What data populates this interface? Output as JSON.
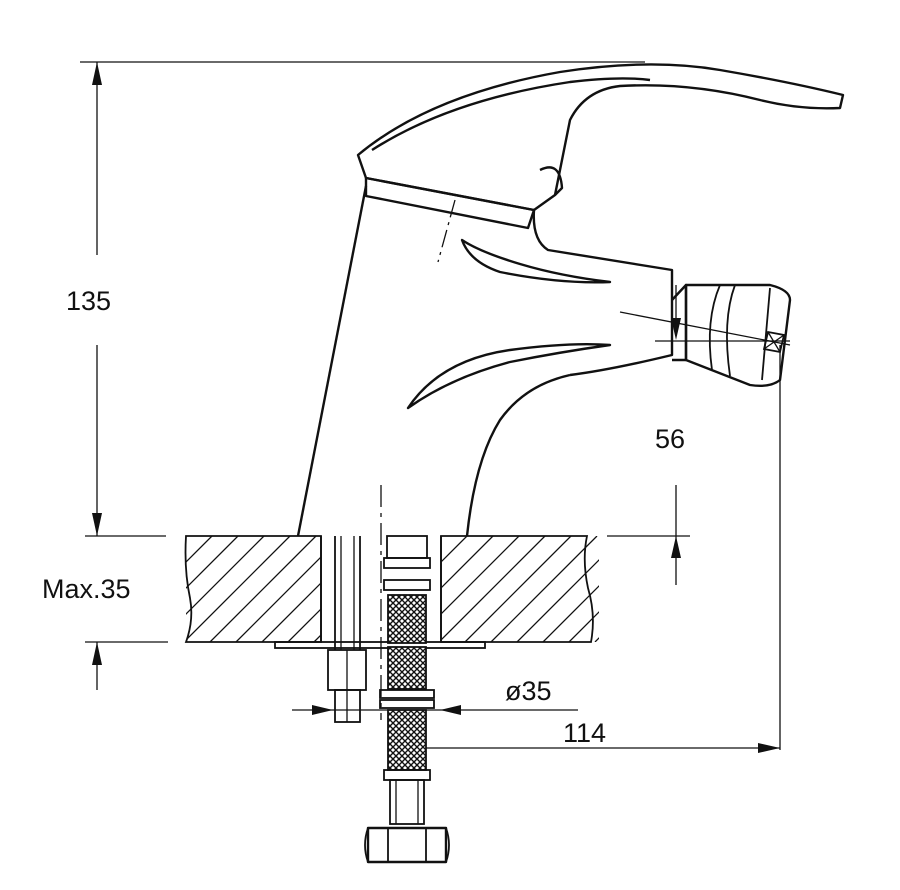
{
  "dimensions": {
    "height_label": "135",
    "spout_offset_label": "56",
    "mount_thickness_label": "Max.35",
    "hole_diameter_label": "ø35",
    "reach_label": "114"
  },
  "colors": {
    "line": "#111111",
    "background": "#ffffff"
  }
}
